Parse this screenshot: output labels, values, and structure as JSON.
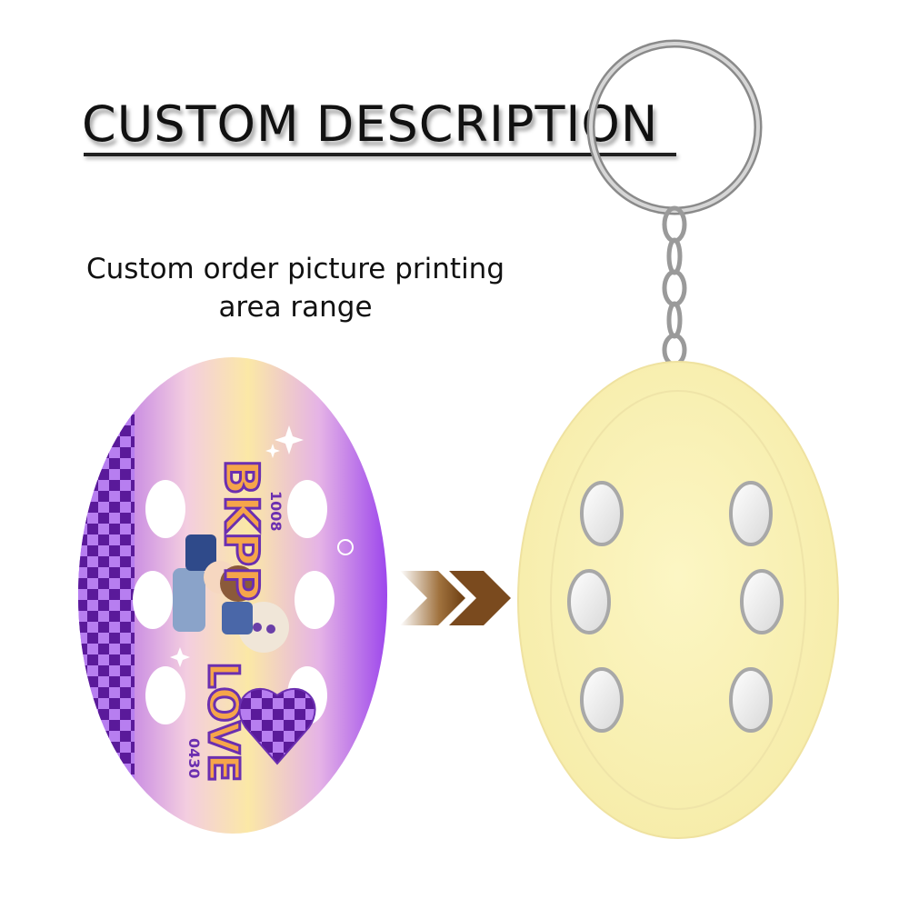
{
  "header": {
    "title": "CUSTOM DESCRIPTION"
  },
  "annotation": {
    "line1": "Custom order picture printing",
    "line2": "area range"
  },
  "printed_keychain": {
    "text_top": "BKPP",
    "date_top": "1008",
    "text_bottom": "LOVE",
    "date_bottom": "0430",
    "colors": {
      "purple": "#9b4de0",
      "yellow": "#fbecaa",
      "orange": "#f5a54a"
    }
  },
  "blank_keychain": {
    "color": "#fbf4b8",
    "hole_count": 6
  },
  "arrow": {
    "icon": "double-chevron-right-icon",
    "color": "#7a4a1e"
  }
}
